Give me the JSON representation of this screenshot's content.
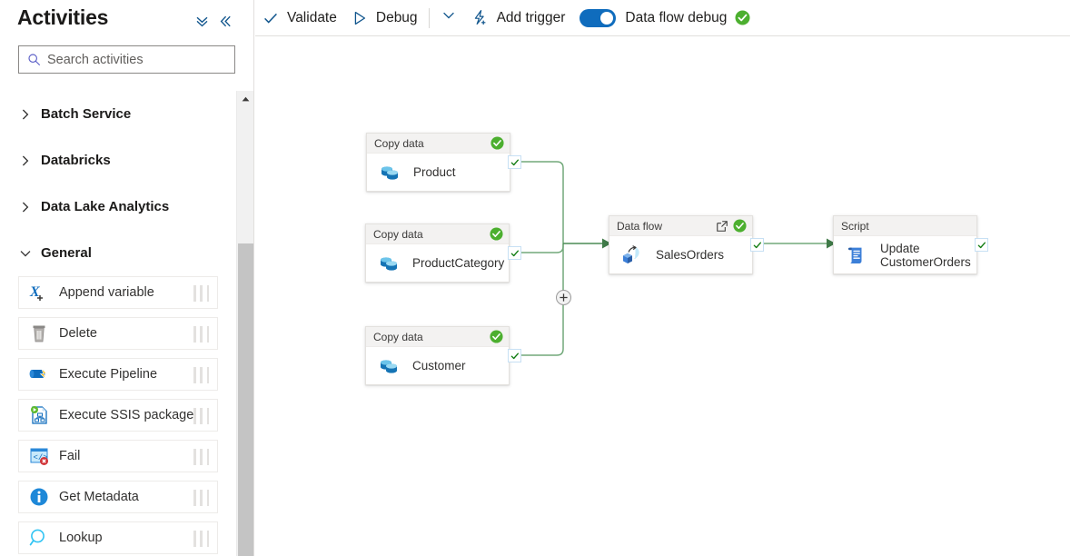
{
  "sidebar": {
    "title": "Activities",
    "header_buttons": [
      {
        "name": "collapse-all-icon",
        "glyph": "chevron-double-down"
      },
      {
        "name": "collapse-pane-icon",
        "glyph": "chevron-double-left"
      }
    ],
    "search": {
      "placeholder": "Search activities",
      "value": "",
      "icon": "search-icon"
    },
    "groups": [
      {
        "label": "Batch Service",
        "expanded": false,
        "icon": "chevron-right-icon"
      },
      {
        "label": "Databricks",
        "expanded": false,
        "icon": "chevron-right-icon"
      },
      {
        "label": "Data Lake Analytics",
        "expanded": false,
        "icon": "chevron-right-icon"
      },
      {
        "label": "General",
        "expanded": true,
        "icon": "chevron-down-icon"
      }
    ],
    "activities": [
      {
        "label": "Append variable",
        "icon": "append-variable-icon"
      },
      {
        "label": "Delete",
        "icon": "delete-trash-icon"
      },
      {
        "label": "Execute Pipeline",
        "icon": "execute-pipeline-icon"
      },
      {
        "label": "Execute SSIS package",
        "icon": "execute-ssis-package-icon"
      },
      {
        "label": "Fail",
        "icon": "fail-icon"
      },
      {
        "label": "Get Metadata",
        "icon": "get-metadata-icon"
      },
      {
        "label": "Lookup",
        "icon": "lookup-icon"
      }
    ],
    "scrollbar": {
      "up_arrow": "scroll-up-arrow-icon"
    }
  },
  "toolbar": {
    "validate": {
      "label": "Validate",
      "icon": "checkmark-icon"
    },
    "debug": {
      "label": "Debug",
      "icon": "play-triangle-icon"
    },
    "caret": {
      "icon": "chevron-down-icon"
    },
    "add_trigger": {
      "label": "Add trigger",
      "icon": "lightning-bolt-icon"
    },
    "data_flow_debug": {
      "label": "Data flow debug",
      "toggle_on": true,
      "status_icon": "green-check-circle-icon"
    }
  },
  "colors": {
    "accent": "#0f6cbd",
    "success": "#4caf2f",
    "wire": "#72a97a",
    "node_header": "#f3f2f1",
    "border": "#e1dfdd"
  },
  "canvas": {
    "nodes": [
      {
        "id": "copy-product",
        "type": "Copy data",
        "name": "Product",
        "icon": "copy-data-icon",
        "status": "success",
        "has_open_icon": false,
        "has_header_status": true
      },
      {
        "id": "copy-productcategory",
        "type": "Copy data",
        "name": "ProductCategory",
        "icon": "copy-data-icon",
        "status": "success",
        "has_open_icon": false,
        "has_header_status": true
      },
      {
        "id": "copy-customer",
        "type": "Copy data",
        "name": "Customer",
        "icon": "copy-data-icon",
        "status": "success",
        "has_open_icon": false,
        "has_header_status": true
      },
      {
        "id": "dataflow-salesorders",
        "type": "Data flow",
        "name": "SalesOrders",
        "icon": "data-flow-icon",
        "status": "success",
        "has_open_icon": true,
        "has_header_status": true
      },
      {
        "id": "script-updatecustomerorders",
        "type": "Script",
        "name": "Update\nCustomerOrders",
        "name_line1": "Update",
        "name_line2": "CustomerOrders",
        "icon": "script-icon",
        "status": "success",
        "has_open_icon": false,
        "has_header_status": false
      }
    ],
    "add_activity_button": {
      "icon": "plus-circle-icon"
    }
  }
}
